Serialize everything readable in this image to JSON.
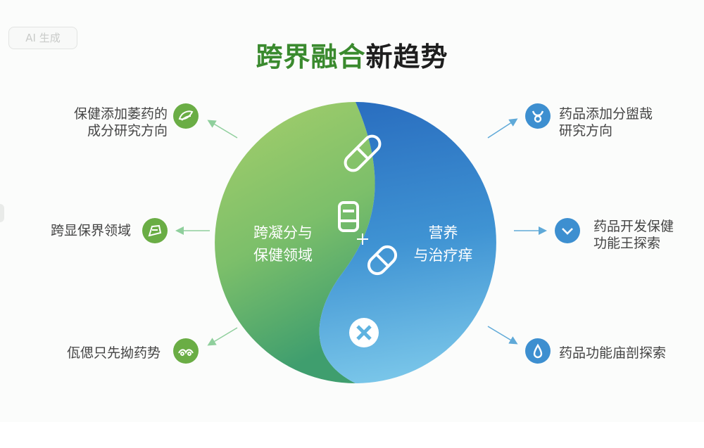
{
  "badge": "AI 生成",
  "title": {
    "green": "跨界融合",
    "dark": "新趋势"
  },
  "center": {
    "left_line1": "跨凝分与",
    "left_line2": "保健领域",
    "right_line1": "营养",
    "right_line2": "与治疗痒"
  },
  "left_items": [
    {
      "line1": "保健添加萎药的",
      "line2": "成分研究方向",
      "icon": "leaf-swirl-icon"
    },
    {
      "line1": "跨显保界领域",
      "line2": "",
      "icon": "herb-leaf-icon"
    },
    {
      "line1": "佤偲只先拗药势",
      "line2": "",
      "icon": "leaves-icon"
    }
  ],
  "right_items": [
    {
      "line1": "药品添加分盥哉",
      "line2": "研究方向",
      "icon": "molecule-icon"
    },
    {
      "line1": "药品开发保健",
      "line2": "功能王探索",
      "icon": "chevron-down-icon"
    },
    {
      "line1": "药品功能庙剖探索",
      "line2": "",
      "icon": "drop-icon"
    }
  ],
  "colors": {
    "green_start": "#a7cf6b",
    "green_end": "#3f9e6e",
    "blue_start": "#2a6fc0",
    "blue_end": "#79c6e9",
    "icon_green": "#6aad45",
    "icon_blue": "#3d8fd0",
    "arrow_green": "#8fcf9c",
    "arrow_blue": "#5fa9d8"
  }
}
